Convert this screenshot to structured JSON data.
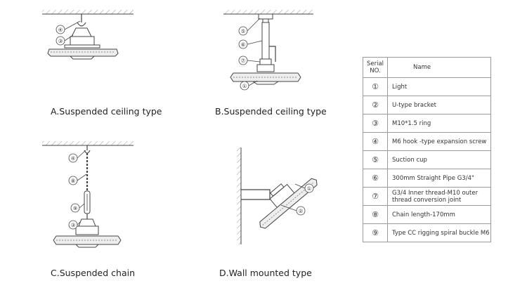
{
  "captions": {
    "a": "A.Suspended ceiling type",
    "b": "B.Suspended ceiling type",
    "c": "C.Suspended chain",
    "d": "D.Wall mounted type"
  },
  "callouts": {
    "a_top": "④",
    "a_bottom": "③",
    "b_pipe_top": "⑤",
    "b_pipe": "⑥",
    "b_joint": "⑦",
    "b_light": "①",
    "c_top": "④",
    "c_chain": "⑧",
    "c_buckle": "⑨",
    "c_ring": "③",
    "d_light": "①",
    "d_bracket": "②"
  },
  "table": {
    "header_serial": "Serial NO.",
    "header_name": "Name",
    "rows": [
      {
        "serial": "①",
        "name": "Light"
      },
      {
        "serial": "②",
        "name": "U-type bracket"
      },
      {
        "serial": "③",
        "name": "M10*1.5 ring"
      },
      {
        "serial": "④",
        "name": "M6 hook -type expansion screw"
      },
      {
        "serial": "⑤",
        "name": "Suction cup"
      },
      {
        "serial": "⑥",
        "name": "300mm Straight Pipe G3/4\""
      },
      {
        "serial": "⑦",
        "name": "G3/4 Inner thread-M10 outer thread conversion joint"
      },
      {
        "serial": "⑧",
        "name": "Chain length-170mm"
      },
      {
        "serial": "⑨",
        "name": "Type CC rigging spiral buckle M6"
      }
    ]
  }
}
